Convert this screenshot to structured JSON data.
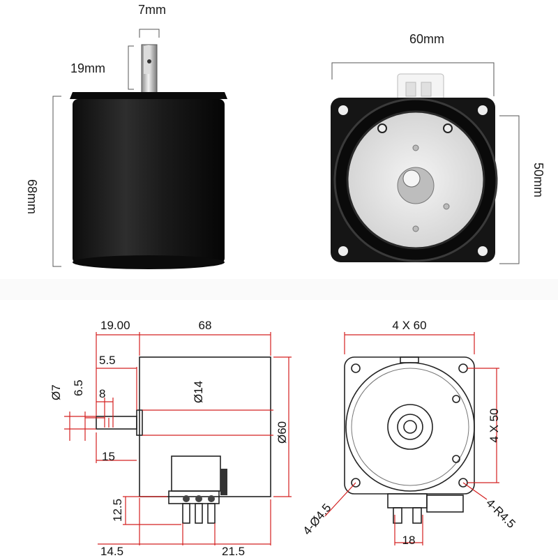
{
  "photo_labels": {
    "shaft_diameter": "7mm",
    "shaft_length": "19mm",
    "body_height": "68mm",
    "flange_width": "60mm",
    "hole_spacing": "50mm"
  },
  "side_view_dims": {
    "shaft_total": "19.00",
    "body_length": "68",
    "boss_length": "5.5",
    "shaft_dia": "Ø7",
    "flat_dia": "6.5",
    "flat_length": "8",
    "boss_dia": "Ø14",
    "shaft_to_flat": "15",
    "body_dia": "Ø60",
    "connector_height": "12.5",
    "connector_offset": "14.5",
    "connector_width": "21.5"
  },
  "front_view_dims": {
    "flange": "4 X 60",
    "hole_pitch": "4 X 50",
    "mount_holes": "4-Ø4.5",
    "corner_radius": "4-R4.5",
    "connector_width": "18"
  },
  "colors": {
    "dimension_line": "#d42020",
    "motor_body": "#1c1c1c",
    "face_plate": "#e6e6e6"
  }
}
